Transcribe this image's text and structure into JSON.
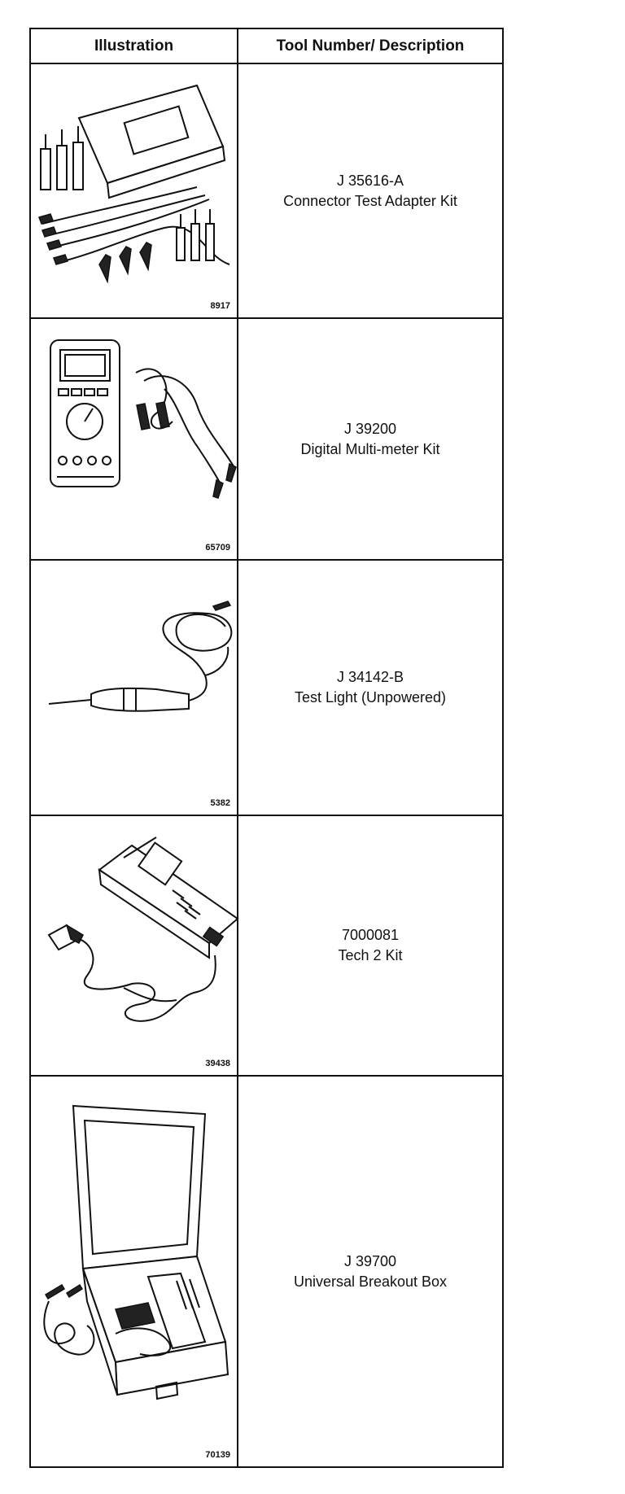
{
  "header": {
    "col1": "Illustration",
    "col2": "Tool Number/ Description"
  },
  "rows": [
    {
      "icon": "connector-test-adapter-kit-icon",
      "fig": "8917",
      "number": "J 35616-A",
      "description": "Connector Test Adapter Kit"
    },
    {
      "icon": "digital-multimeter-kit-icon",
      "fig": "65709",
      "number": "J 39200",
      "description": "Digital Multi-meter Kit"
    },
    {
      "icon": "test-light-icon",
      "fig": "5382",
      "number": "J 34142-B",
      "description": "Test Light (Unpowered)"
    },
    {
      "icon": "tech-2-kit-icon",
      "fig": "39438",
      "number": "7000081",
      "description": "Tech 2 Kit"
    },
    {
      "icon": "universal-breakout-box-icon",
      "fig": "70139",
      "number": "J 39700",
      "description": "Universal Breakout Box"
    }
  ]
}
